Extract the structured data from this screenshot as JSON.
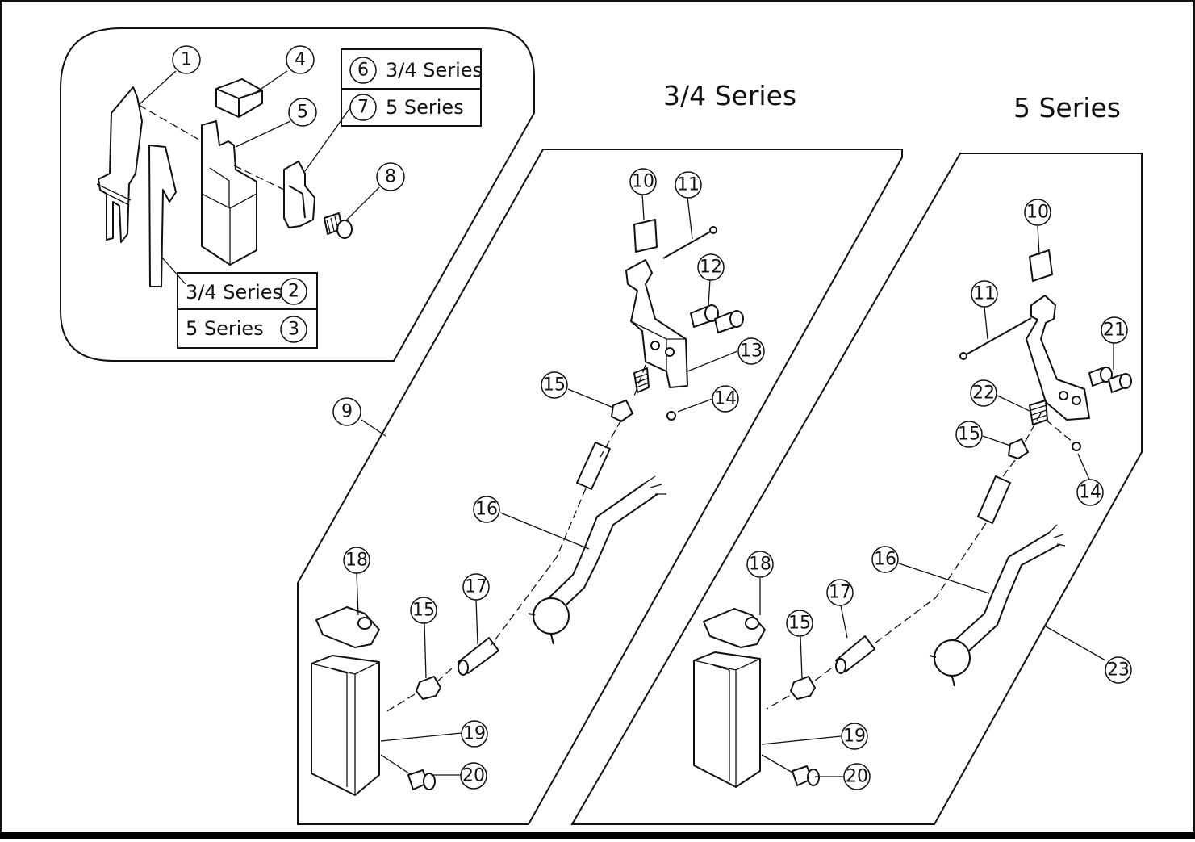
{
  "titles": {
    "series34": "3/4 Series",
    "series5": "5 Series"
  },
  "boxes": {
    "box67_row1_label": "3/4 Series",
    "box67_row2_label": "5  Series",
    "box23_row1_label": "3/4 Series",
    "box23_row2_label": "5  Series"
  },
  "callouts": {
    "c1": "1",
    "c2": "2",
    "c3": "3",
    "c4": "4",
    "c5": "5",
    "c6": "6",
    "c7": "7",
    "c8": "8",
    "c9": "9",
    "a10": "10",
    "a11": "11",
    "a12": "12",
    "a13": "13",
    "a14": "14",
    "a15": "15",
    "a16": "16",
    "a17": "17",
    "a18": "18",
    "a15b": "15",
    "a19": "19",
    "a20": "20",
    "b10": "10",
    "b11": "11",
    "b21": "21",
    "b22": "22",
    "b15": "15",
    "b14": "14",
    "b16": "16",
    "b17": "17",
    "b18": "18",
    "b15b": "15",
    "b19": "19",
    "b20": "20",
    "b23": "23"
  }
}
